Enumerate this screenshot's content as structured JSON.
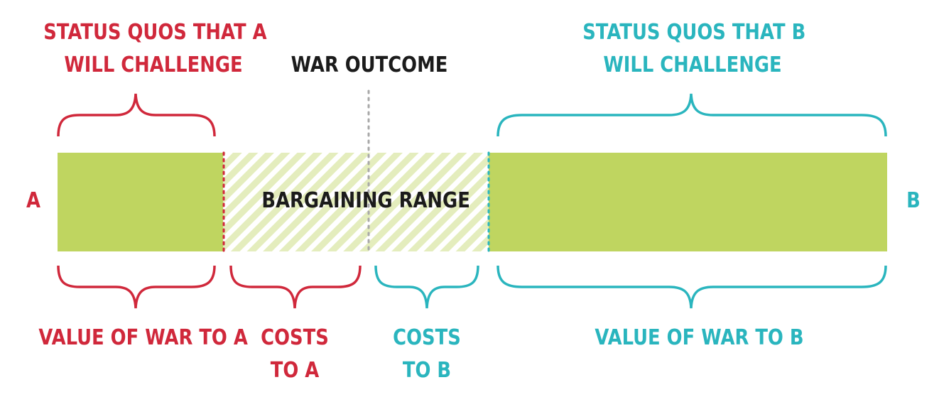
{
  "colors": {
    "party_a": "#d0283b",
    "party_b": "#2ab5be",
    "bar_fill": "#bfd560",
    "hatch_light": "#e8f0c4",
    "text_dark": "#1b1b1b",
    "outcome_line": "#a8a8a8"
  },
  "labels": {
    "status_quos_a_line1": "STATUS QUOS THAT A",
    "status_quos_a_line2": "WILL CHALLENGE",
    "war_outcome": "WAR OUTCOME",
    "status_quos_b_line1": "STATUS QUOS THAT B",
    "status_quos_b_line2": "WILL CHALLENGE",
    "endpoint_a": "A",
    "endpoint_b": "B",
    "bargaining_range": "BARGAINING RANGE",
    "value_of_war_a": "VALUE OF WAR TO A",
    "costs_to_a_line1": "COSTS",
    "costs_to_a_line2": "TO A",
    "costs_to_b_line1": "COSTS",
    "costs_to_b_line2": "TO B",
    "value_of_war_b": "VALUE OF WAR TO B"
  }
}
